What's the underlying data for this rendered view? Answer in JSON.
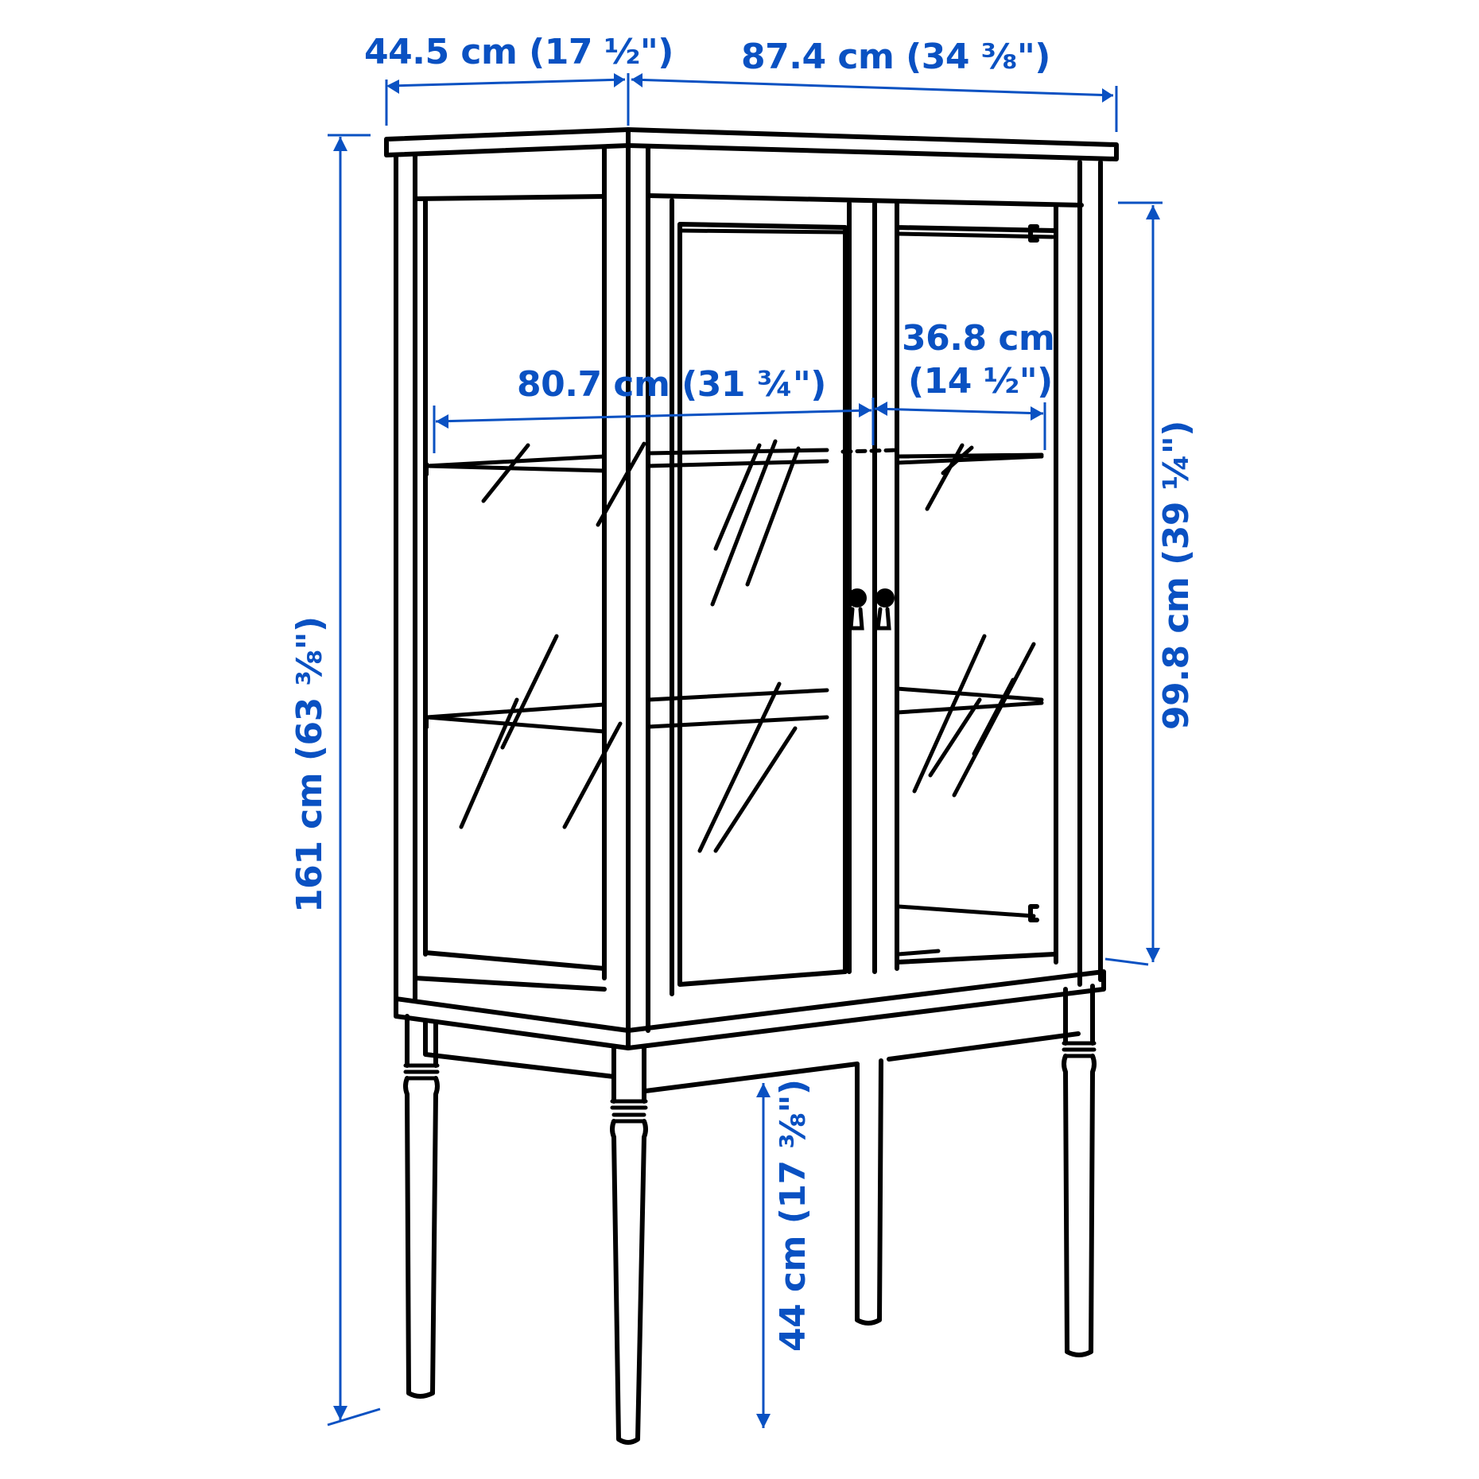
{
  "product": {
    "type": "glass-door cabinet on legs",
    "doors": 2,
    "shelves_visible": 2
  },
  "colors": {
    "dimension": "#0a51c2",
    "line_art": "#000000",
    "background": "#ffffff"
  },
  "dimensions": {
    "depth": {
      "label": "44.5 cm (17 ½\")",
      "cm": 44.5,
      "inch": "17 1/2"
    },
    "width": {
      "label": "87.4 cm (34 ⅜\")",
      "cm": 87.4,
      "inch": "34 3/8"
    },
    "height": {
      "label": "161 cm (63 ⅜\")",
      "cm": 161,
      "inch": "63 3/8"
    },
    "inner_height": {
      "label": "99.8 cm (39 ¼\")",
      "cm": 99.8,
      "inch": "39 1/4"
    },
    "inner_width": {
      "label": "80.7 cm (31 ¾\")",
      "cm": 80.7,
      "inch": "31 3/4"
    },
    "shelf_depth": {
      "label_line1": "36.8 cm",
      "label_line2": "(14 ½\")",
      "cm": 36.8,
      "inch": "14 1/2"
    },
    "leg_height": {
      "label": "44 cm (17 ⅜\")",
      "cm": 44,
      "inch": "17 3/8"
    }
  }
}
